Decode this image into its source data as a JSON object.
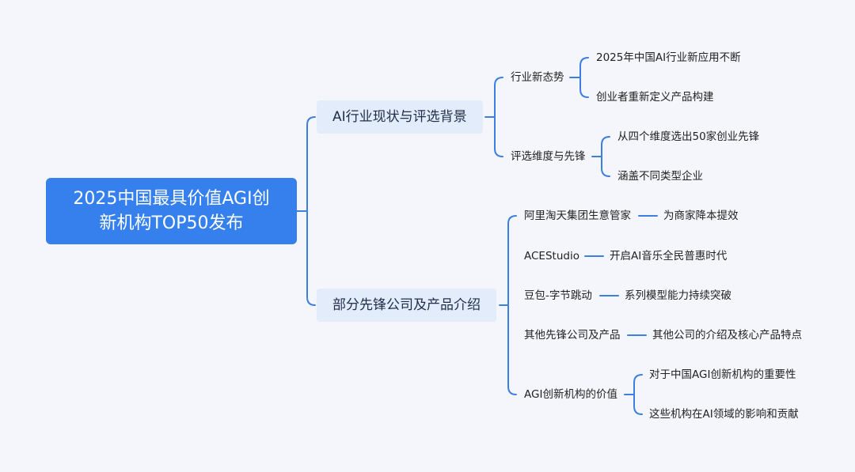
{
  "mindmap": {
    "root": {
      "line1": "2025中国最具价值AGI创",
      "line2": "新机构TOP50发布"
    },
    "branch_background": {
      "label": "AI行业现状与评选背景",
      "industry_trend": {
        "label": "行业新态势",
        "items": [
          "2025年中国AI行业新应用不断",
          "创业者重新定义产品构建"
        ]
      },
      "selection": {
        "label": "评选维度与先锋",
        "items": [
          "从四个维度选出50家创业先锋",
          "涵盖不同类型企业"
        ]
      }
    },
    "branch_companies": {
      "label": "部分先锋公司及产品介绍",
      "alibaba": {
        "label": "阿里淘天集团生意管家",
        "detail": "为商家降本提效"
      },
      "acestudio": {
        "label": "ACEStudio",
        "detail": "开启AI音乐全民普惠时代"
      },
      "doubao": {
        "label": "豆包-字节跳动",
        "detail": "系列模型能力持续突破"
      },
      "others": {
        "label": "其他先锋公司及产品",
        "detail": "其他公司的介绍及核心产品特点"
      },
      "value": {
        "label": "AGI创新机构的价值",
        "items": [
          "对于中国AGI创新机构的重要性",
          "这些机构在AI领域的影响和贡献"
        ]
      }
    }
  },
  "colors": {
    "accent": "#3580ec",
    "line": "#3d7fe0",
    "branch_bg": "#e3ecfb"
  }
}
